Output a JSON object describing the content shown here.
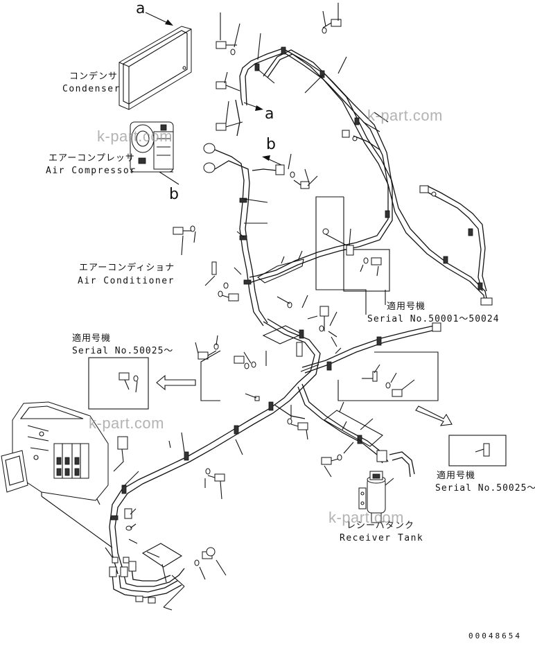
{
  "diagram": {
    "components": {
      "condenser": {
        "label_jp": "コンデンサ",
        "label_en": "Condenser"
      },
      "compressor": {
        "label_jp": "エアーコンプレッサ",
        "label_en": "Air Compressor"
      },
      "air_conditioner": {
        "label_jp": "エアーコンディショナ",
        "label_en": "Air Conditioner"
      },
      "receiver_tank": {
        "label_jp": "レシーバタンク",
        "label_en": "Receiver Tank"
      }
    },
    "serial_notes": [
      {
        "label_jp": "適用号機",
        "label_serial": "Serial No.50001～50024"
      },
      {
        "label_jp": "適用号機",
        "label_serial": "Serial No.50025～"
      },
      {
        "label_jp": "適用号機",
        "label_serial": "Serial No.50025～"
      }
    ],
    "reference_letters": {
      "a_top": "a",
      "a_arrow": "a",
      "b_arrow": "b",
      "b_bottom": "b"
    },
    "watermarks": [
      "k-part.com",
      "k-part.com",
      "k-part.com",
      "k-part.com"
    ],
    "document_number": "00048654"
  }
}
